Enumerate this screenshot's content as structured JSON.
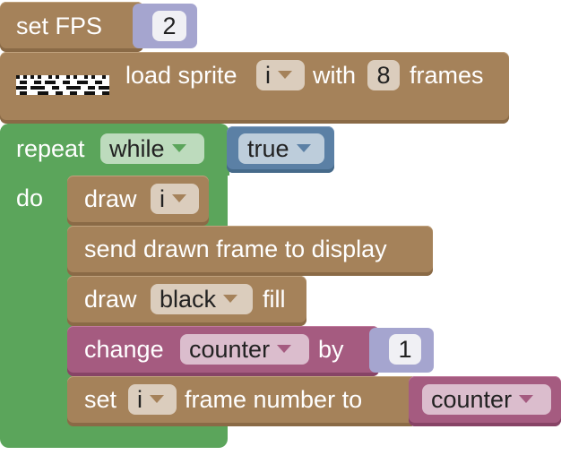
{
  "blocks": {
    "set_fps": {
      "label": "set FPS",
      "value": "2"
    },
    "load_sprite": {
      "label": "load sprite",
      "sprite": "i",
      "with": "with",
      "frames_value": "8",
      "frames": "frames"
    },
    "repeat": {
      "label": "repeat",
      "mode": "while",
      "condition": "true",
      "do": "do"
    },
    "draw_sprite": {
      "label": "draw",
      "sprite": "i"
    },
    "send_frame": {
      "label": "send drawn frame to display"
    },
    "draw_fill": {
      "label": "draw",
      "color": "black",
      "suffix": "fill"
    },
    "change_counter": {
      "label": "change",
      "variable": "counter",
      "by": "by",
      "value": "1"
    },
    "set_frame": {
      "label": "set",
      "sprite": "i",
      "suffix": "frame number to",
      "variable": "counter"
    }
  },
  "colors": {
    "looks": "#a5825a",
    "control": "#5ba55b",
    "variables": "#a55b80",
    "logic": "#5b80a5",
    "math": "#a5a5cf"
  }
}
